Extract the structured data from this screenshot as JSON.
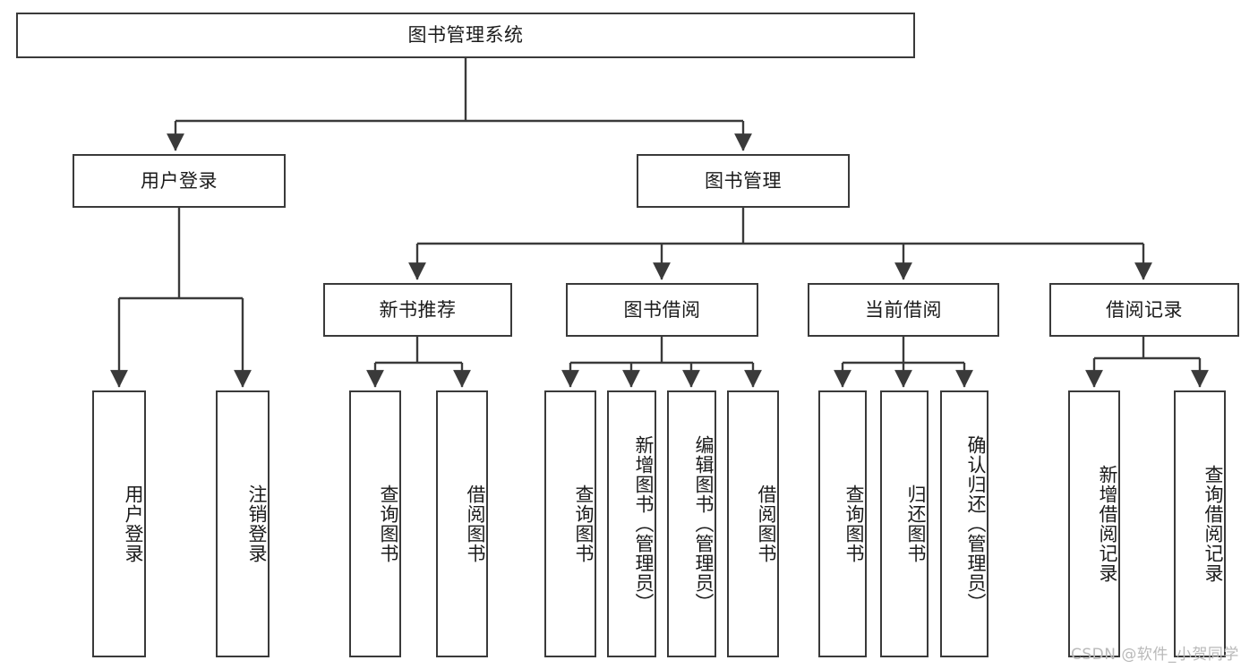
{
  "diagram": {
    "title": "图书管理系统",
    "type": "tree-hierarchy-chart",
    "orientation": "top-down",
    "style": {
      "box_border_color": "#3a3a3a",
      "box_fill_color": "#ffffff",
      "connector_color": "#3a3a3a",
      "text_color": "#1b1b1b",
      "background": "#ffffff"
    },
    "root": {
      "label": "图书管理系统",
      "orientation": "horizontal"
    },
    "level2": [
      {
        "label": "用户登录",
        "orientation": "horizontal"
      },
      {
        "label": "图书管理",
        "orientation": "horizontal"
      }
    ],
    "level3": [
      {
        "label": "新书推荐",
        "orientation": "horizontal"
      },
      {
        "label": "图书借阅",
        "orientation": "horizontal"
      },
      {
        "label": "当前借阅",
        "orientation": "horizontal"
      },
      {
        "label": "借阅记录",
        "orientation": "horizontal"
      }
    ],
    "leaves": {
      "user_login": [
        {
          "label": "用户登录",
          "orientation": "vertical"
        },
        {
          "label": "注销登录",
          "orientation": "vertical"
        }
      ],
      "new_book_recommend": [
        {
          "label": "查询图书",
          "orientation": "vertical"
        },
        {
          "label": "借阅图书",
          "orientation": "vertical"
        }
      ],
      "book_borrow": [
        {
          "label": "查询图书",
          "orientation": "vertical"
        },
        {
          "label": "新增图书（管理员）",
          "orientation": "vertical"
        },
        {
          "label": "编辑图书（管理员）",
          "orientation": "vertical"
        },
        {
          "label": "借阅图书",
          "orientation": "vertical"
        }
      ],
      "current_borrow": [
        {
          "label": "查询图书",
          "orientation": "vertical"
        },
        {
          "label": "归还图书",
          "orientation": "vertical"
        },
        {
          "label": "确认归还（管理员）",
          "orientation": "vertical"
        }
      ],
      "borrow_record": [
        {
          "label": "新增借阅记录",
          "orientation": "vertical"
        },
        {
          "label": "查询借阅记录",
          "orientation": "vertical"
        }
      ]
    }
  },
  "watermark": {
    "text": "CSDN @软件_小贺同学"
  }
}
